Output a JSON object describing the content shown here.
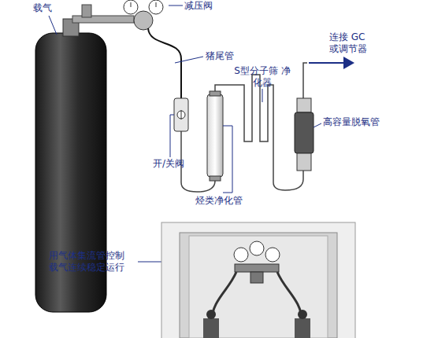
{
  "diagram": {
    "labels": [
      "载气",
      "减压阀",
      "猪尾管",
      "开/关阀",
      "烃类净化管",
      "S型分子筛 净化器",
      "连接 GC 或调节器",
      "高容量脱氧管",
      "用气体集流管控制 载气连续稳定运行"
    ]
  }
}
